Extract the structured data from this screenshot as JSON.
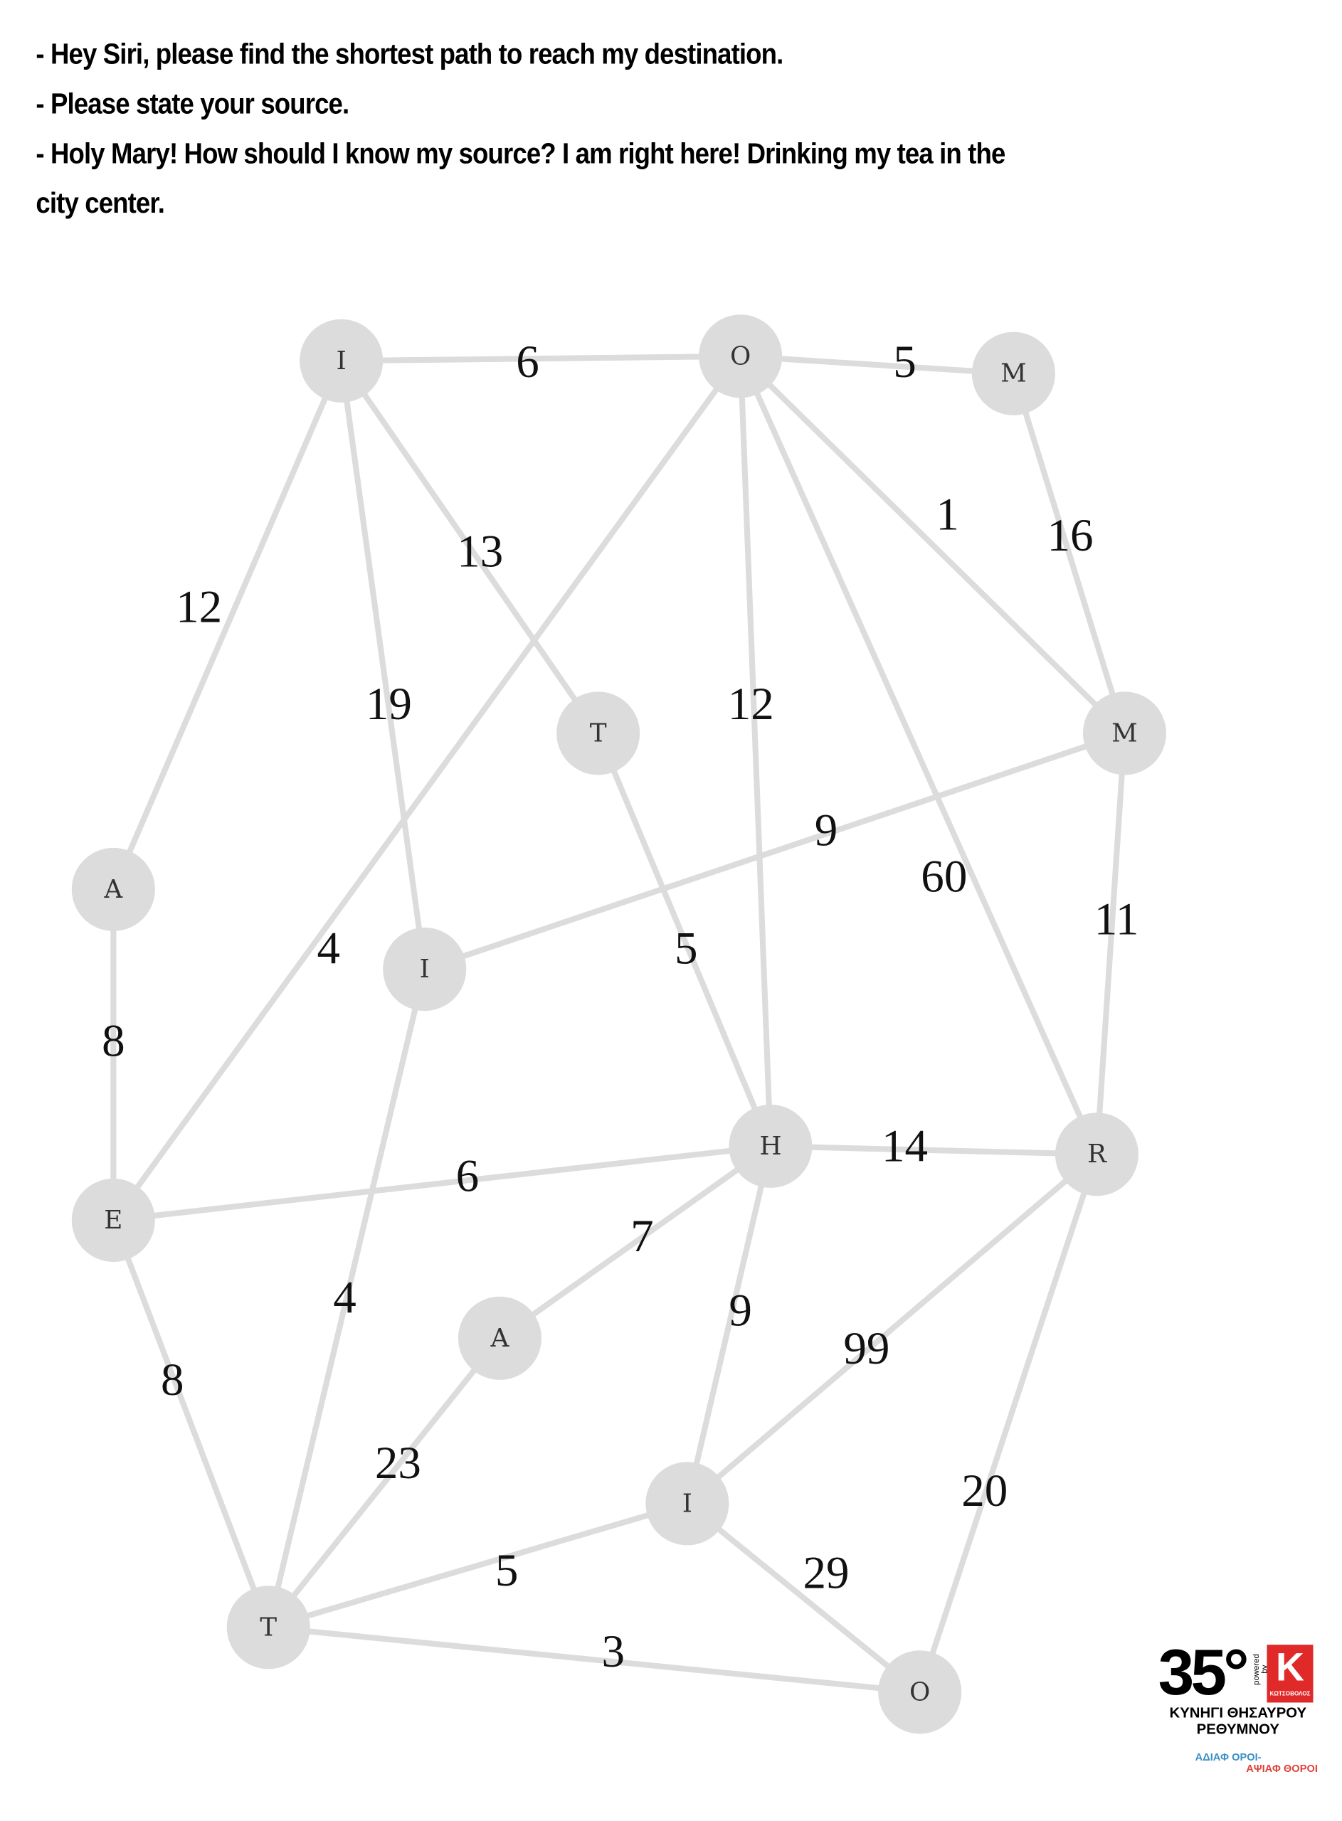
{
  "dialogue": [
    "- Hey Siri, please find the shortest path to reach my destination.",
    "- Please state your source.",
    "- Holy Mary! How should I know my source? I am right here! Drinking my tea in the",
    "city center."
  ],
  "graph": {
    "nodes": [
      {
        "id": 0,
        "label": "I"
      },
      {
        "id": 1,
        "label": "O"
      },
      {
        "id": 2,
        "label": "M"
      },
      {
        "id": 3,
        "label": "T"
      },
      {
        "id": 4,
        "label": "M"
      },
      {
        "id": 5,
        "label": "A"
      },
      {
        "id": 6,
        "label": "I"
      },
      {
        "id": 7,
        "label": "H"
      },
      {
        "id": 8,
        "label": "R"
      },
      {
        "id": 9,
        "label": "E"
      },
      {
        "id": 10,
        "label": "A"
      },
      {
        "id": 11,
        "label": "I"
      },
      {
        "id": 12,
        "label": "T"
      },
      {
        "id": 13,
        "label": "O"
      }
    ],
    "edges": [
      {
        "from": 0,
        "to": 1,
        "weight": "6"
      },
      {
        "from": 1,
        "to": 2,
        "weight": "5"
      },
      {
        "from": 0,
        "to": 5,
        "weight": "12"
      },
      {
        "from": 0,
        "to": 3,
        "weight": "13"
      },
      {
        "from": 0,
        "to": 6,
        "weight": "19"
      },
      {
        "from": 1,
        "to": 9,
        "weight": "4"
      },
      {
        "from": 1,
        "to": 7,
        "weight": "12"
      },
      {
        "from": 1,
        "to": 8,
        "weight": "60"
      },
      {
        "from": 1,
        "to": 4,
        "weight": "1"
      },
      {
        "from": 2,
        "to": 4,
        "weight": "16"
      },
      {
        "from": 4,
        "to": 6,
        "weight": "9"
      },
      {
        "from": 4,
        "to": 8,
        "weight": "11"
      },
      {
        "from": 3,
        "to": 7,
        "weight": "5"
      },
      {
        "from": 5,
        "to": 9,
        "weight": "8"
      },
      {
        "from": 9,
        "to": 7,
        "weight": "6"
      },
      {
        "from": 7,
        "to": 8,
        "weight": "14"
      },
      {
        "from": 7,
        "to": 10,
        "weight": "7"
      },
      {
        "from": 7,
        "to": 11,
        "weight": "9"
      },
      {
        "from": 6,
        "to": 12,
        "weight": "4"
      },
      {
        "from": 9,
        "to": 12,
        "weight": "8"
      },
      {
        "from": 10,
        "to": 12,
        "weight": "23"
      },
      {
        "from": 8,
        "to": 11,
        "weight": "99"
      },
      {
        "from": 8,
        "to": 13,
        "weight": "20"
      },
      {
        "from": 11,
        "to": 12,
        "weight": "5"
      },
      {
        "from": 11,
        "to": 13,
        "weight": "29"
      },
      {
        "from": 12,
        "to": 13,
        "weight": "3"
      }
    ]
  },
  "logo": {
    "number": "35°",
    "powered_by": "powered by",
    "brand_letter": "K",
    "brand_name": "ΚΩΤΣΟΒΟΛΟΣ",
    "title_line1": "ΚΥΝΗΓΙ ΘΗΣΑΥΡΟΥ",
    "title_line2": "ΡΕΘΥΜΝΟΥ",
    "slogan_line1": "ΑΔΙΑΦ ΟΡΟΙ-",
    "slogan_line2": "ΑΨΙΑΦ ΘΟΡΟΙ"
  },
  "colors": {
    "node": "#dcdcdc",
    "edge": "#dcdcdc",
    "brand": "#e02a2a"
  }
}
